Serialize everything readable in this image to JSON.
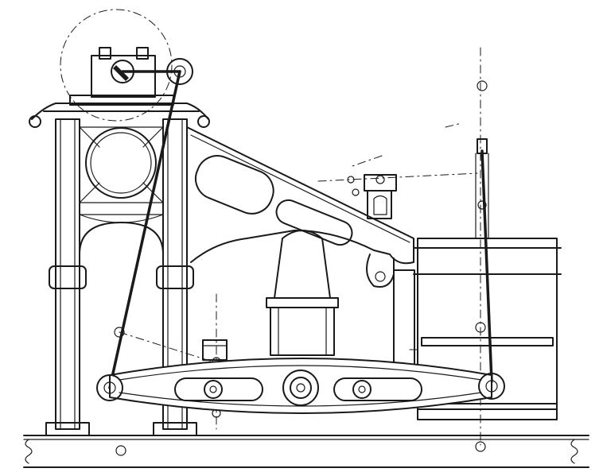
{
  "figure": {
    "ink_color": "#1a1a1a",
    "paper_color": "#ffffff",
    "components": [
      "frame-column-left",
      "frame-column-right",
      "frame-entablature",
      "round-window",
      "bracket-arm",
      "crank-wheel",
      "connecting-rod",
      "beam",
      "beam-center-pivot",
      "cylinder-right",
      "piston-rod",
      "pump-pedestal",
      "small-valve-box",
      "upper-bearing-block",
      "base-bed"
    ]
  }
}
